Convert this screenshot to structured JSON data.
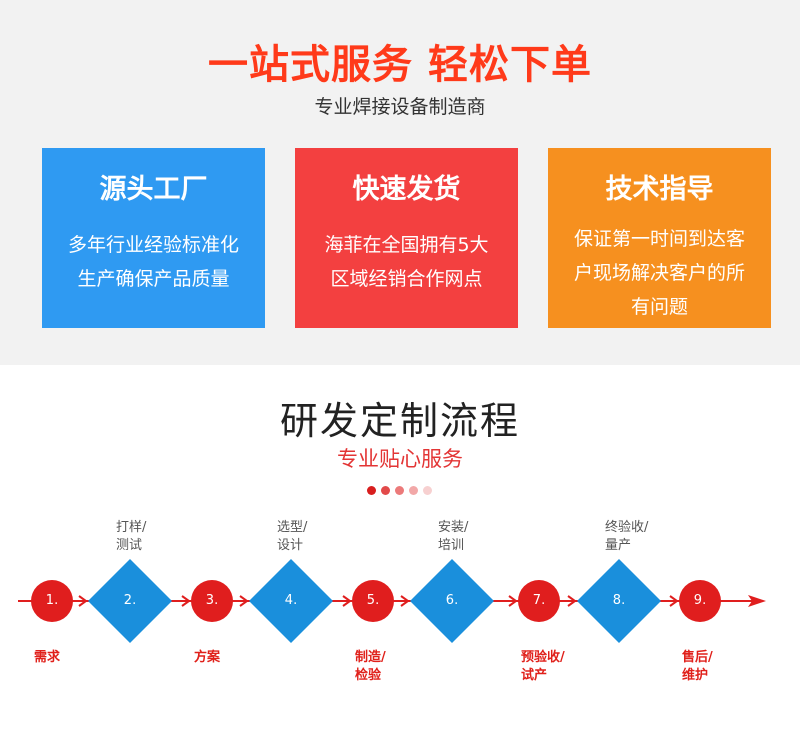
{
  "header": {
    "title": "一站式服务 轻松下单",
    "subtitle": "专业焊接设备制造商"
  },
  "cards": [
    {
      "title": "源头工厂",
      "lines": [
        "多年行业经验标准化",
        "生产确保产品质量"
      ],
      "color": "#2f9af2"
    },
    {
      "title": "快速发货",
      "lines": [
        "海菲在全国拥有5大",
        "区域经销合作网点"
      ],
      "color": "#f34040"
    },
    {
      "title": "技术指导",
      "lines": [
        "保证第一时间到达客",
        "户现场解决客户的所",
        "有问题"
      ],
      "color": "#f6901f"
    }
  ],
  "process": {
    "title": "研发定制流程",
    "subtitle": "专业贴心服务",
    "dot_colors": [
      "#d81e1e",
      "#e24a4a",
      "#ec7a7a",
      "#f2a8a8",
      "#f7d0d0"
    ],
    "steps": [
      {
        "num": "1.",
        "label": [
          "需求"
        ],
        "shape": "circle"
      },
      {
        "num": "2.",
        "label": [
          "打样/",
          "测试"
        ],
        "shape": "diamond"
      },
      {
        "num": "3.",
        "label": [
          "方案"
        ],
        "shape": "circle"
      },
      {
        "num": "4.",
        "label": [
          "选型/",
          "设计"
        ],
        "shape": "diamond"
      },
      {
        "num": "5.",
        "label": [
          "制造/",
          "检验"
        ],
        "shape": "circle"
      },
      {
        "num": "6.",
        "label": [
          "安装/",
          "培训"
        ],
        "shape": "diamond"
      },
      {
        "num": "7.",
        "label": [
          "预验收/",
          "试产"
        ],
        "shape": "circle"
      },
      {
        "num": "8.",
        "label": [
          "终验收/",
          "量产"
        ],
        "shape": "diamond"
      },
      {
        "num": "9.",
        "label": [
          "售后/",
          "维护"
        ],
        "shape": "circle"
      }
    ],
    "colors": {
      "circle": "#e01e1e",
      "diamond": "#1a8fdc",
      "line": "#e01e1e"
    }
  }
}
